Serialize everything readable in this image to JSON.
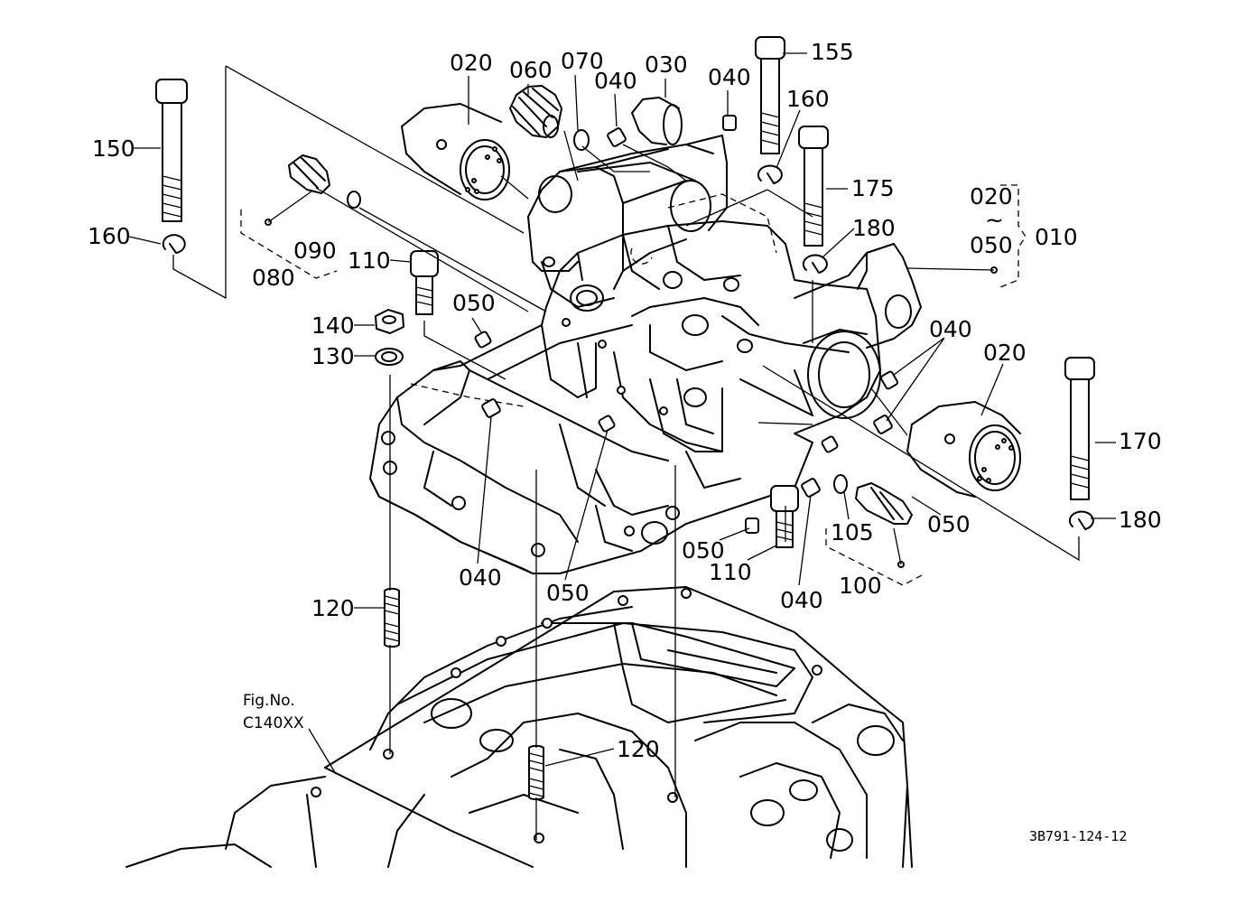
{
  "labels": {
    "p150": "150",
    "p160a": "160",
    "p080": "080",
    "p090": "090",
    "p020a": "020",
    "p060": "060",
    "p070": "070",
    "p040a": "040",
    "p030": "030",
    "p040b": "040",
    "p155": "155",
    "p160b": "160",
    "p175": "175",
    "p180a": "180",
    "p110a": "110",
    "p050a": "050",
    "p140": "140",
    "p130": "130",
    "p020set": "020",
    "tilde": "~",
    "p050set": "050",
    "p010": "010",
    "p040c": "040",
    "p020b": "020",
    "p170": "170",
    "p180b": "180",
    "p050b": "050",
    "p105": "105",
    "p100": "100",
    "p050c": "050",
    "p110b": "110",
    "p040d": "040",
    "p040e": "040",
    "p050d": "050",
    "p120a": "120",
    "p120b": "120"
  },
  "figref": {
    "line1": "Fig.No.",
    "line2": "C140XX"
  },
  "doc_number": "3B791-124-12"
}
